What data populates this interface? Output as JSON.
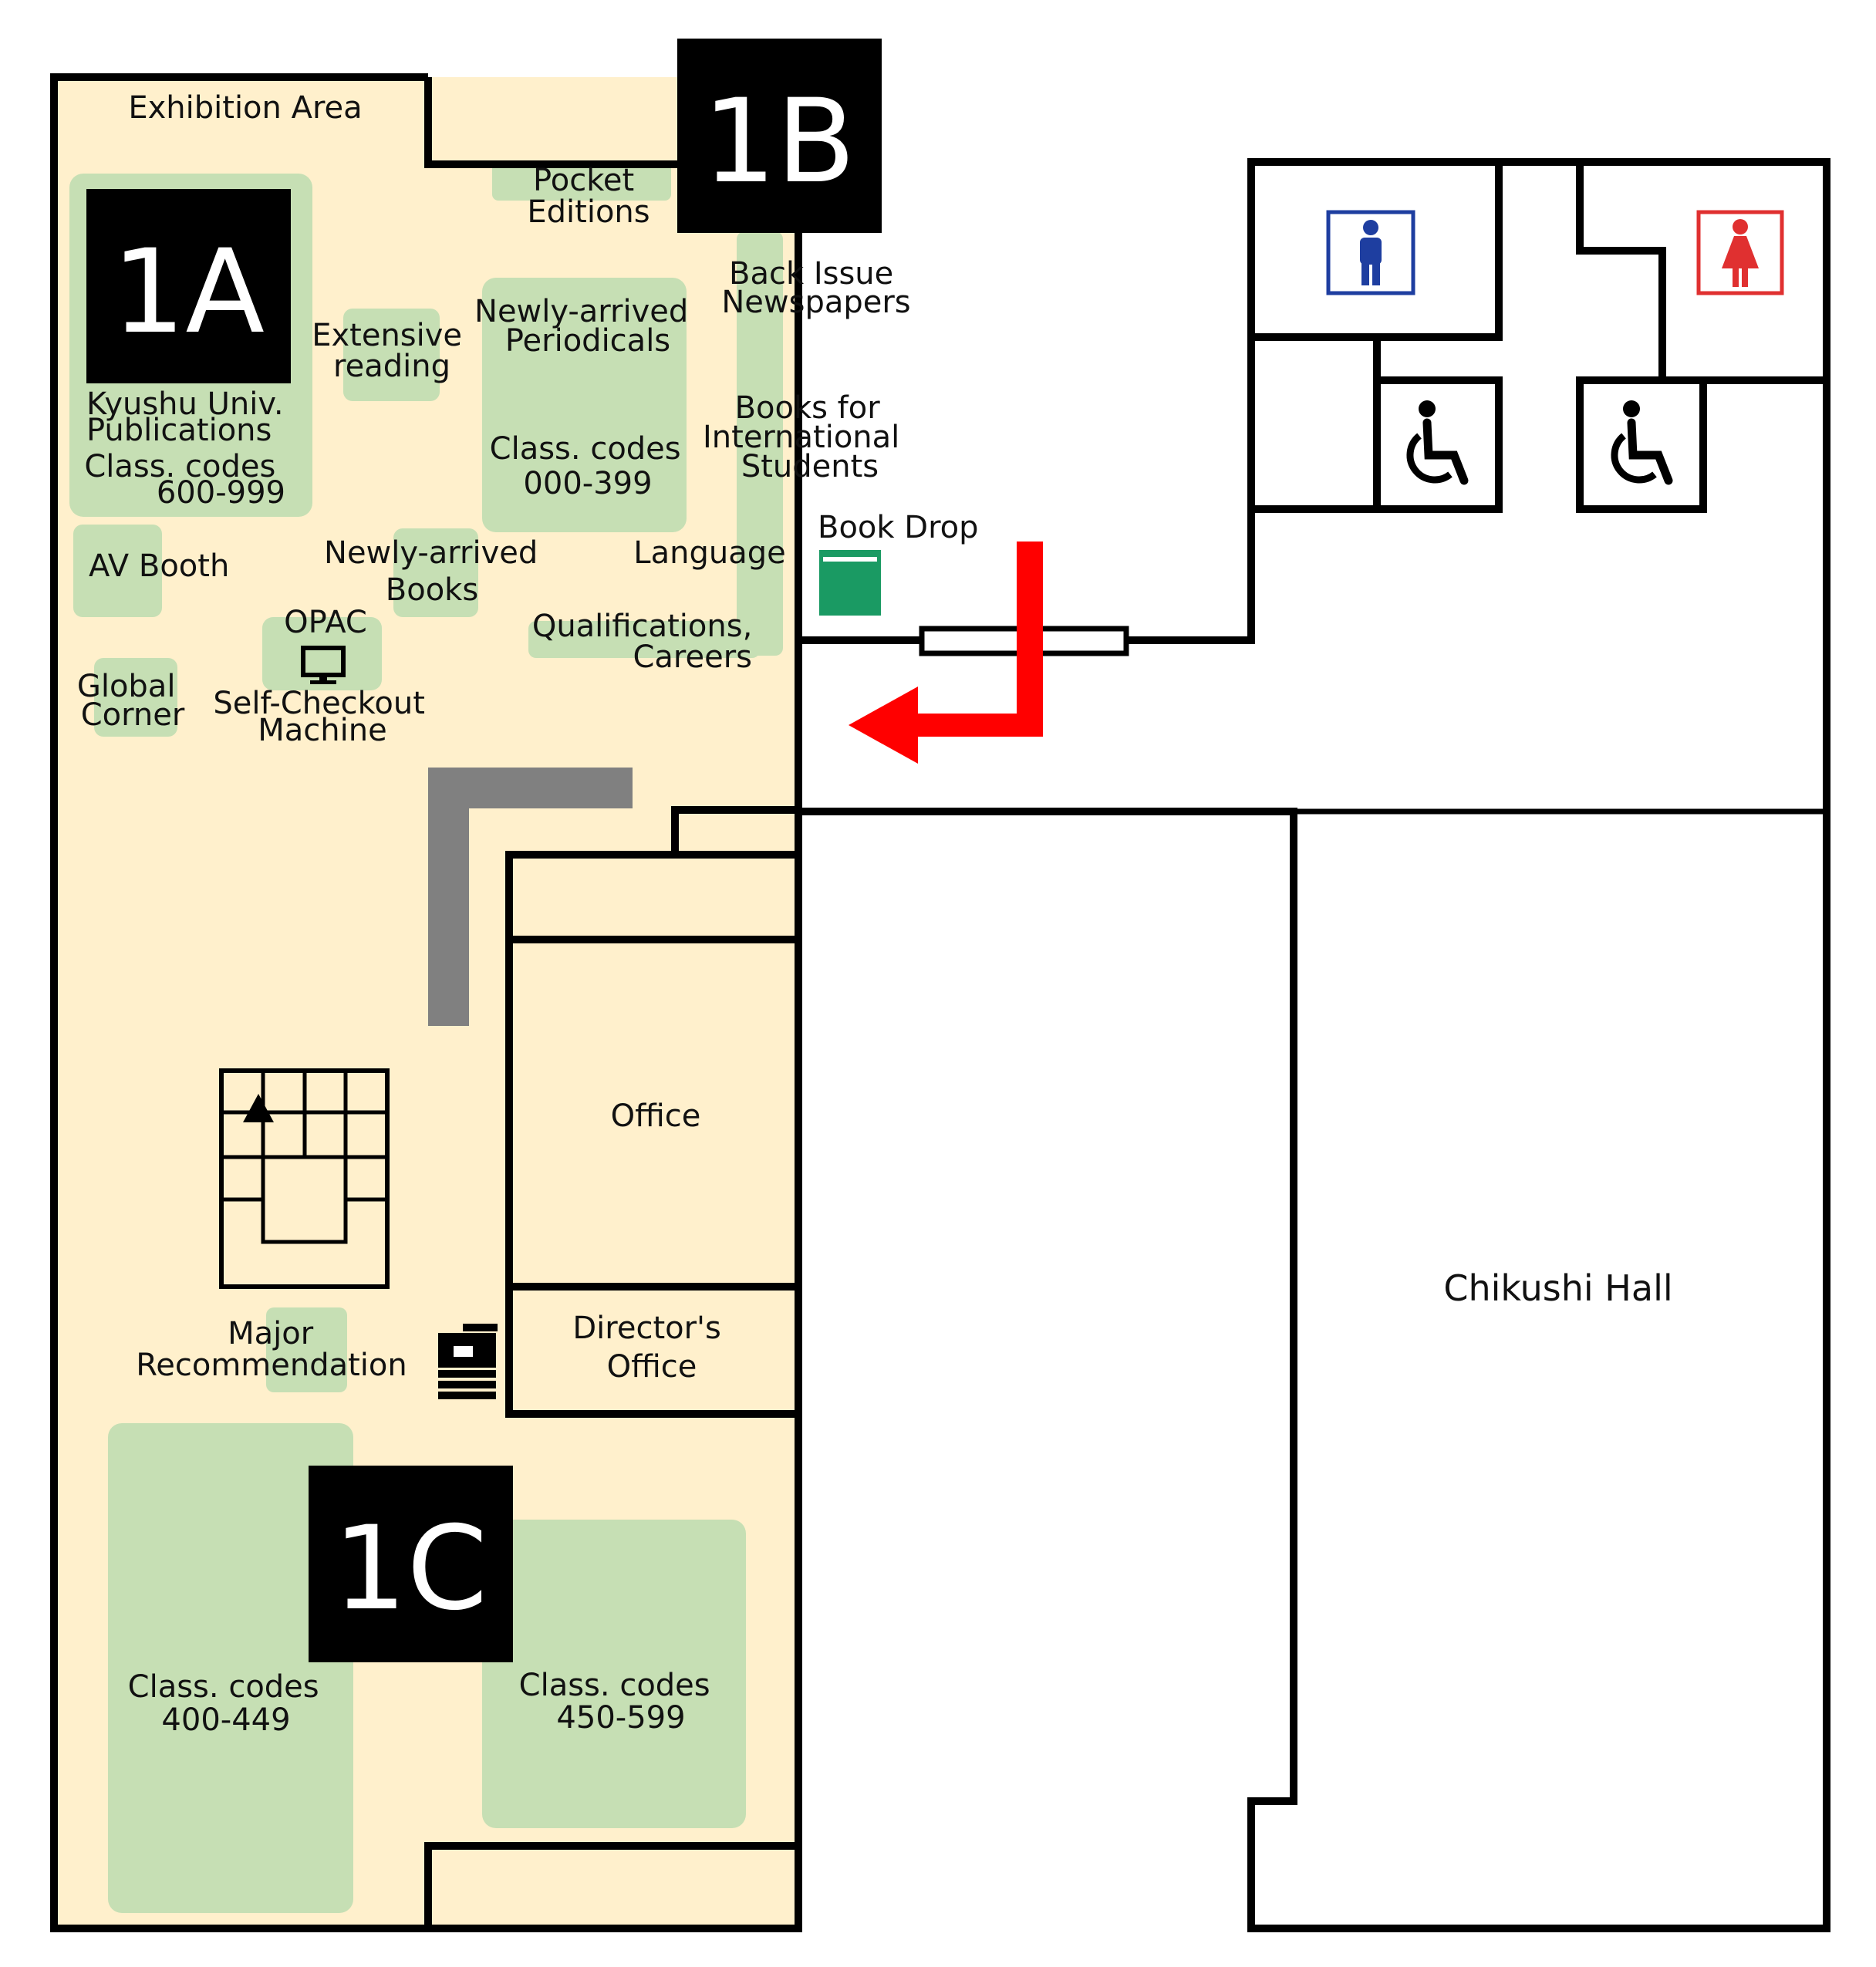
{
  "map": {
    "sections": {
      "a": "1A",
      "b": "1B",
      "c": "1C"
    },
    "labels": {
      "exhibition_area": "Exhibition Area",
      "pocket_editions": [
        "Pocket",
        "Editions"
      ],
      "back_issue_newspapers": [
        "Back Issue",
        "Newspapers"
      ],
      "kyushu_univ_publications": [
        "Kyushu Univ.",
        "Publications"
      ],
      "class_codes_600_999": [
        "Class. codes",
        "600-999"
      ],
      "extensive_reading": [
        "Extensive",
        "reading"
      ],
      "newly_arrived_periodicals": [
        "Newly-arrived",
        "Periodicals"
      ],
      "class_codes_000_399": [
        "Class. codes",
        "000-399"
      ],
      "books_for_international_students": [
        "Books for",
        "International",
        "Students"
      ],
      "av_booth": "AV Booth",
      "newly_arrived_books": [
        "Newly-arrived",
        "Books"
      ],
      "language": "Language",
      "book_drop": "Book Drop",
      "opac": "OPAC",
      "qualifications_careers": [
        "Qualifications,",
        "Careers"
      ],
      "global_corner": [
        "Global",
        "Corner"
      ],
      "self_checkout_machine": [
        "Self-Checkout",
        "Machine"
      ],
      "office": "Office",
      "directors_office": [
        "Director's",
        "Office"
      ],
      "major_recommendation": [
        "Major",
        "Recommendation"
      ],
      "class_codes_400_449": [
        "Class. codes",
        "400-449"
      ],
      "class_codes_450_599": [
        "Class. codes",
        "450-599"
      ],
      "chikushi_hall": "Chikushi Hall"
    },
    "icons": {
      "mens_restroom": "man-icon",
      "womens_restroom": "woman-icon",
      "accessible_restroom": "wheelchair-icon",
      "book_drop": "book-drop-icon",
      "opac": "monitor-icon",
      "copier": "copier-icon",
      "stairs": "stairs-icon",
      "route": "red-arrow-icon"
    },
    "colors": {
      "library_floor": "#fff0cc",
      "shelf_zone": "#c6dfb4",
      "section_badge": "#000000",
      "route_arrow": "#ff0000",
      "book_drop": "#1a9a63",
      "mens_icon": "#1e3ea0",
      "womens_icon": "#e03030",
      "counter": "#808080"
    }
  }
}
